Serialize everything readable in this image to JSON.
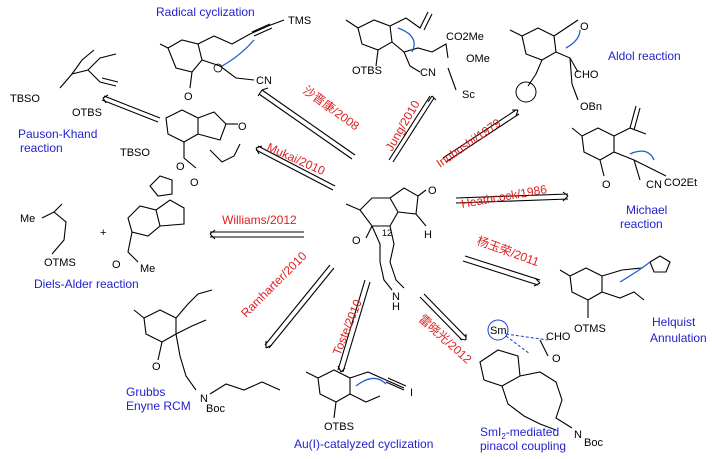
{
  "center": {
    "labels": {
      "o1": "O",
      "o2": "O",
      "h": "H",
      "n": "N",
      "nh": "H",
      "c12": "12"
    }
  },
  "methods": [
    {
      "id": "radical",
      "method": "Radical cyclization",
      "author": "沙晋康/2008"
    },
    {
      "id": "jung",
      "author": "Jung/2010"
    },
    {
      "id": "inubushi",
      "method": "Aldol reaction",
      "author": "Inubushi/1979"
    },
    {
      "id": "heathcock",
      "method": "Michael reaction",
      "author": "Heathcock/1986"
    },
    {
      "id": "yang",
      "method": "Helquist Annulation",
      "author": "杨玉荣/2011"
    },
    {
      "id": "lei",
      "method": "SmI2-mediated pinacol coupling",
      "author": "雷晓光/2012"
    },
    {
      "id": "toste",
      "method": "Au(I)-catalyzed cyclization",
      "author": "Toste/2010"
    },
    {
      "id": "ramharter",
      "method": "Grubbs Enyne RCM",
      "author": "Ramharter/2010"
    },
    {
      "id": "williams",
      "method": "Diels-Alder reaction",
      "author": "Williams/2012"
    },
    {
      "id": "mukai",
      "method": "Pauson-Khand reaction",
      "author": "Mukai/2010"
    }
  ],
  "chem_text": {
    "tms": "TMS",
    "cn": "CN",
    "o": "O",
    "co2me": "CO2Me",
    "ome": "OMe",
    "otbs": "OTBS",
    "sc": "Sc",
    "cho": "CHO",
    "obn": "OBn",
    "co2et": "CO2Et",
    "tbso": "TBSO",
    "otbs2": "OTBS",
    "plus": "+",
    "me": "Me",
    "otms": "OTMS",
    "nboc": "N",
    "boc": "Boc",
    "i": "I",
    "sm": "Sm",
    "paus1": "Pauson-Khand",
    "paus2": "reaction",
    "mich1": "Michael",
    "mich2": "reaction",
    "helq1": "Helquist",
    "helq2": "Annulation",
    "grub1": "Grubbs",
    "grub2": "Enyne RCM",
    "sm1": "SmI",
    "sm1sub": "2",
    "sm1b": "-mediated",
    "sm2": "pinacol coupling"
  },
  "colors": {
    "method_label": "#1f1fcf",
    "author_label": "#e02020",
    "arrow_curly": "#1f5fd0"
  }
}
